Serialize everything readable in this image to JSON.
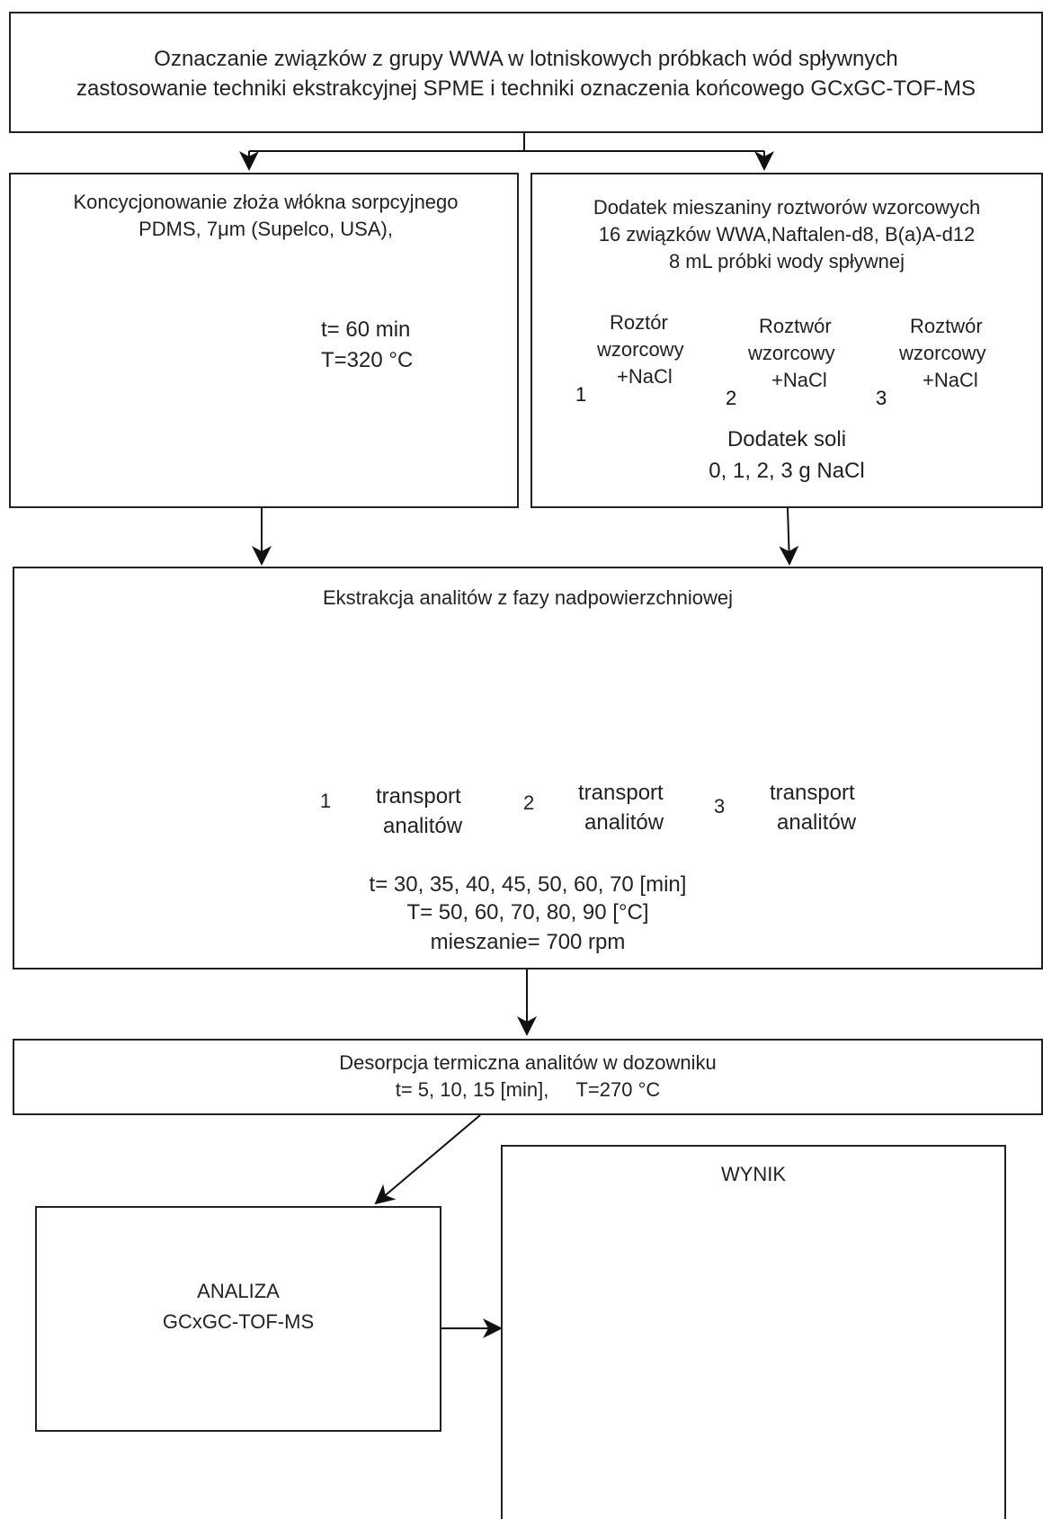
{
  "title_box": {
    "line1": "Oznaczanie związków z grupy WWA w lotniskowych próbkach wód spływnych",
    "line2": "zastosowanie techniki ekstrakcyjnej SPME i techniki oznaczenia końcowego GCxGC-TOF-MS"
  },
  "conditioning": {
    "line1": "Koncycjonowanie złoża włókna sorpcyjnego",
    "line2": "PDMS, 7μm (Supelco, USA),",
    "time": "t= 60 min",
    "temp": "T=320 °C"
  },
  "addition": {
    "line1": "Dodatek mieszaniny roztworów wzorcowych",
    "line2": "16 związków WWA,Naftalen-d8, B(a)A-d12",
    "line3": "8 mL próbki wody spływnej",
    "vials": [
      {
        "number": "1",
        "line1": "Roztór",
        "line2": "wzorcowy",
        "line3": "+NaCl"
      },
      {
        "number": "2",
        "line1": "Roztwór",
        "line2": "wzorcowy",
        "line3": "+NaCl"
      },
      {
        "number": "3",
        "line1": "Roztwór",
        "line2": "wzorcowy",
        "line3": "+NaCl"
      }
    ],
    "salt_title": "Dodatek soli",
    "salt_values": "0, 1, 2, 3 g NaCl"
  },
  "extraction": {
    "title": "Ekstrakcja analitów z fazy nadpowierzchniowej",
    "vials": [
      {
        "number": "1",
        "label1": "transport",
        "label2": "analitów"
      },
      {
        "number": "2",
        "label1": "transport",
        "label2": "analitów"
      },
      {
        "number": "3",
        "label1": "transport",
        "label2": "analitów"
      }
    ],
    "time": "t= 30, 35, 40, 45, 50, 60, 70 [min]",
    "temp": "T= 50, 60, 70, 80, 90 [°C]",
    "stirring": "mieszanie= 700 rpm"
  },
  "desorption": {
    "line1": "Desorpcja termiczna analitów w dozowniku",
    "line2": "t= 5, 10, 15 [min],     T=270 °C"
  },
  "analysis": {
    "line1": "ANALIZA",
    "line2": "GCxGC-TOF-MS"
  },
  "result": {
    "title": "WYNIK"
  },
  "colors": {
    "vial_blue": "#3b78c0",
    "chromatogram_bg": "#0a1ee6"
  }
}
